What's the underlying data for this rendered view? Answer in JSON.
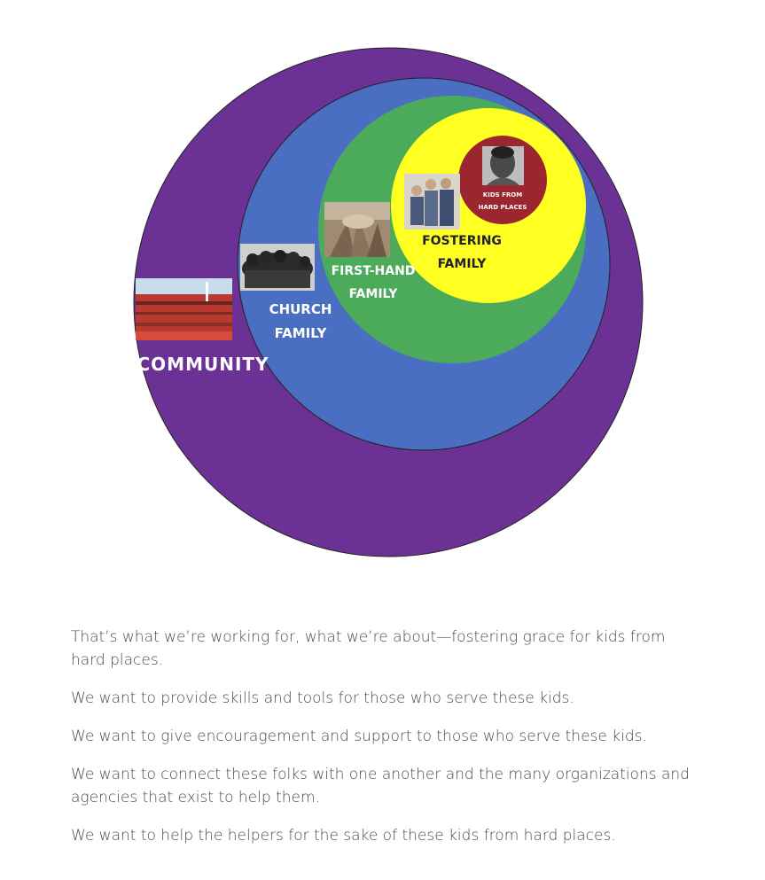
{
  "diagram": {
    "rings": [
      {
        "label": "COMMUNITY",
        "color": "#6b3195"
      },
      {
        "label": "CHURCH FAMILY",
        "color": "#4a6fc2"
      },
      {
        "label": "FIRST-HAND FAMILY",
        "color": "#4bab5b"
      },
      {
        "label": "FOSTERING FAMILY",
        "color": "#ffff22"
      },
      {
        "label": "KIDS FROM HARD PLACES",
        "color": "#9b2630"
      }
    ],
    "labels": {
      "community": "COMMUNITY",
      "church_1": "CHURCH",
      "church_2": "FAMILY",
      "firsthand_1": "FIRST-HAND",
      "firsthand_2": "FAMILY",
      "fostering_1": "FOSTERING",
      "fostering_2": "FAMILY",
      "kids_1": "KIDS FROM",
      "kids_2": "HARD PLACES"
    },
    "photos": [
      "stadium-crowd-photo",
      "team-huddle-photo",
      "hands-together-photo",
      "foster-family-photo",
      "child-portrait-photo"
    ]
  },
  "paragraphs": [
    "That’s what we’re working for, what we’re about—fostering grace for kids from hard places.",
    "We want to provide skills and tools for those who serve these kids.",
    "We want to give encouragement and support to those who serve these kids.",
    "We want to connect these folks with one another and the many organizations and agencies that exist to help them.",
    "We want to help the helpers for the sake of these kids from hard places."
  ]
}
